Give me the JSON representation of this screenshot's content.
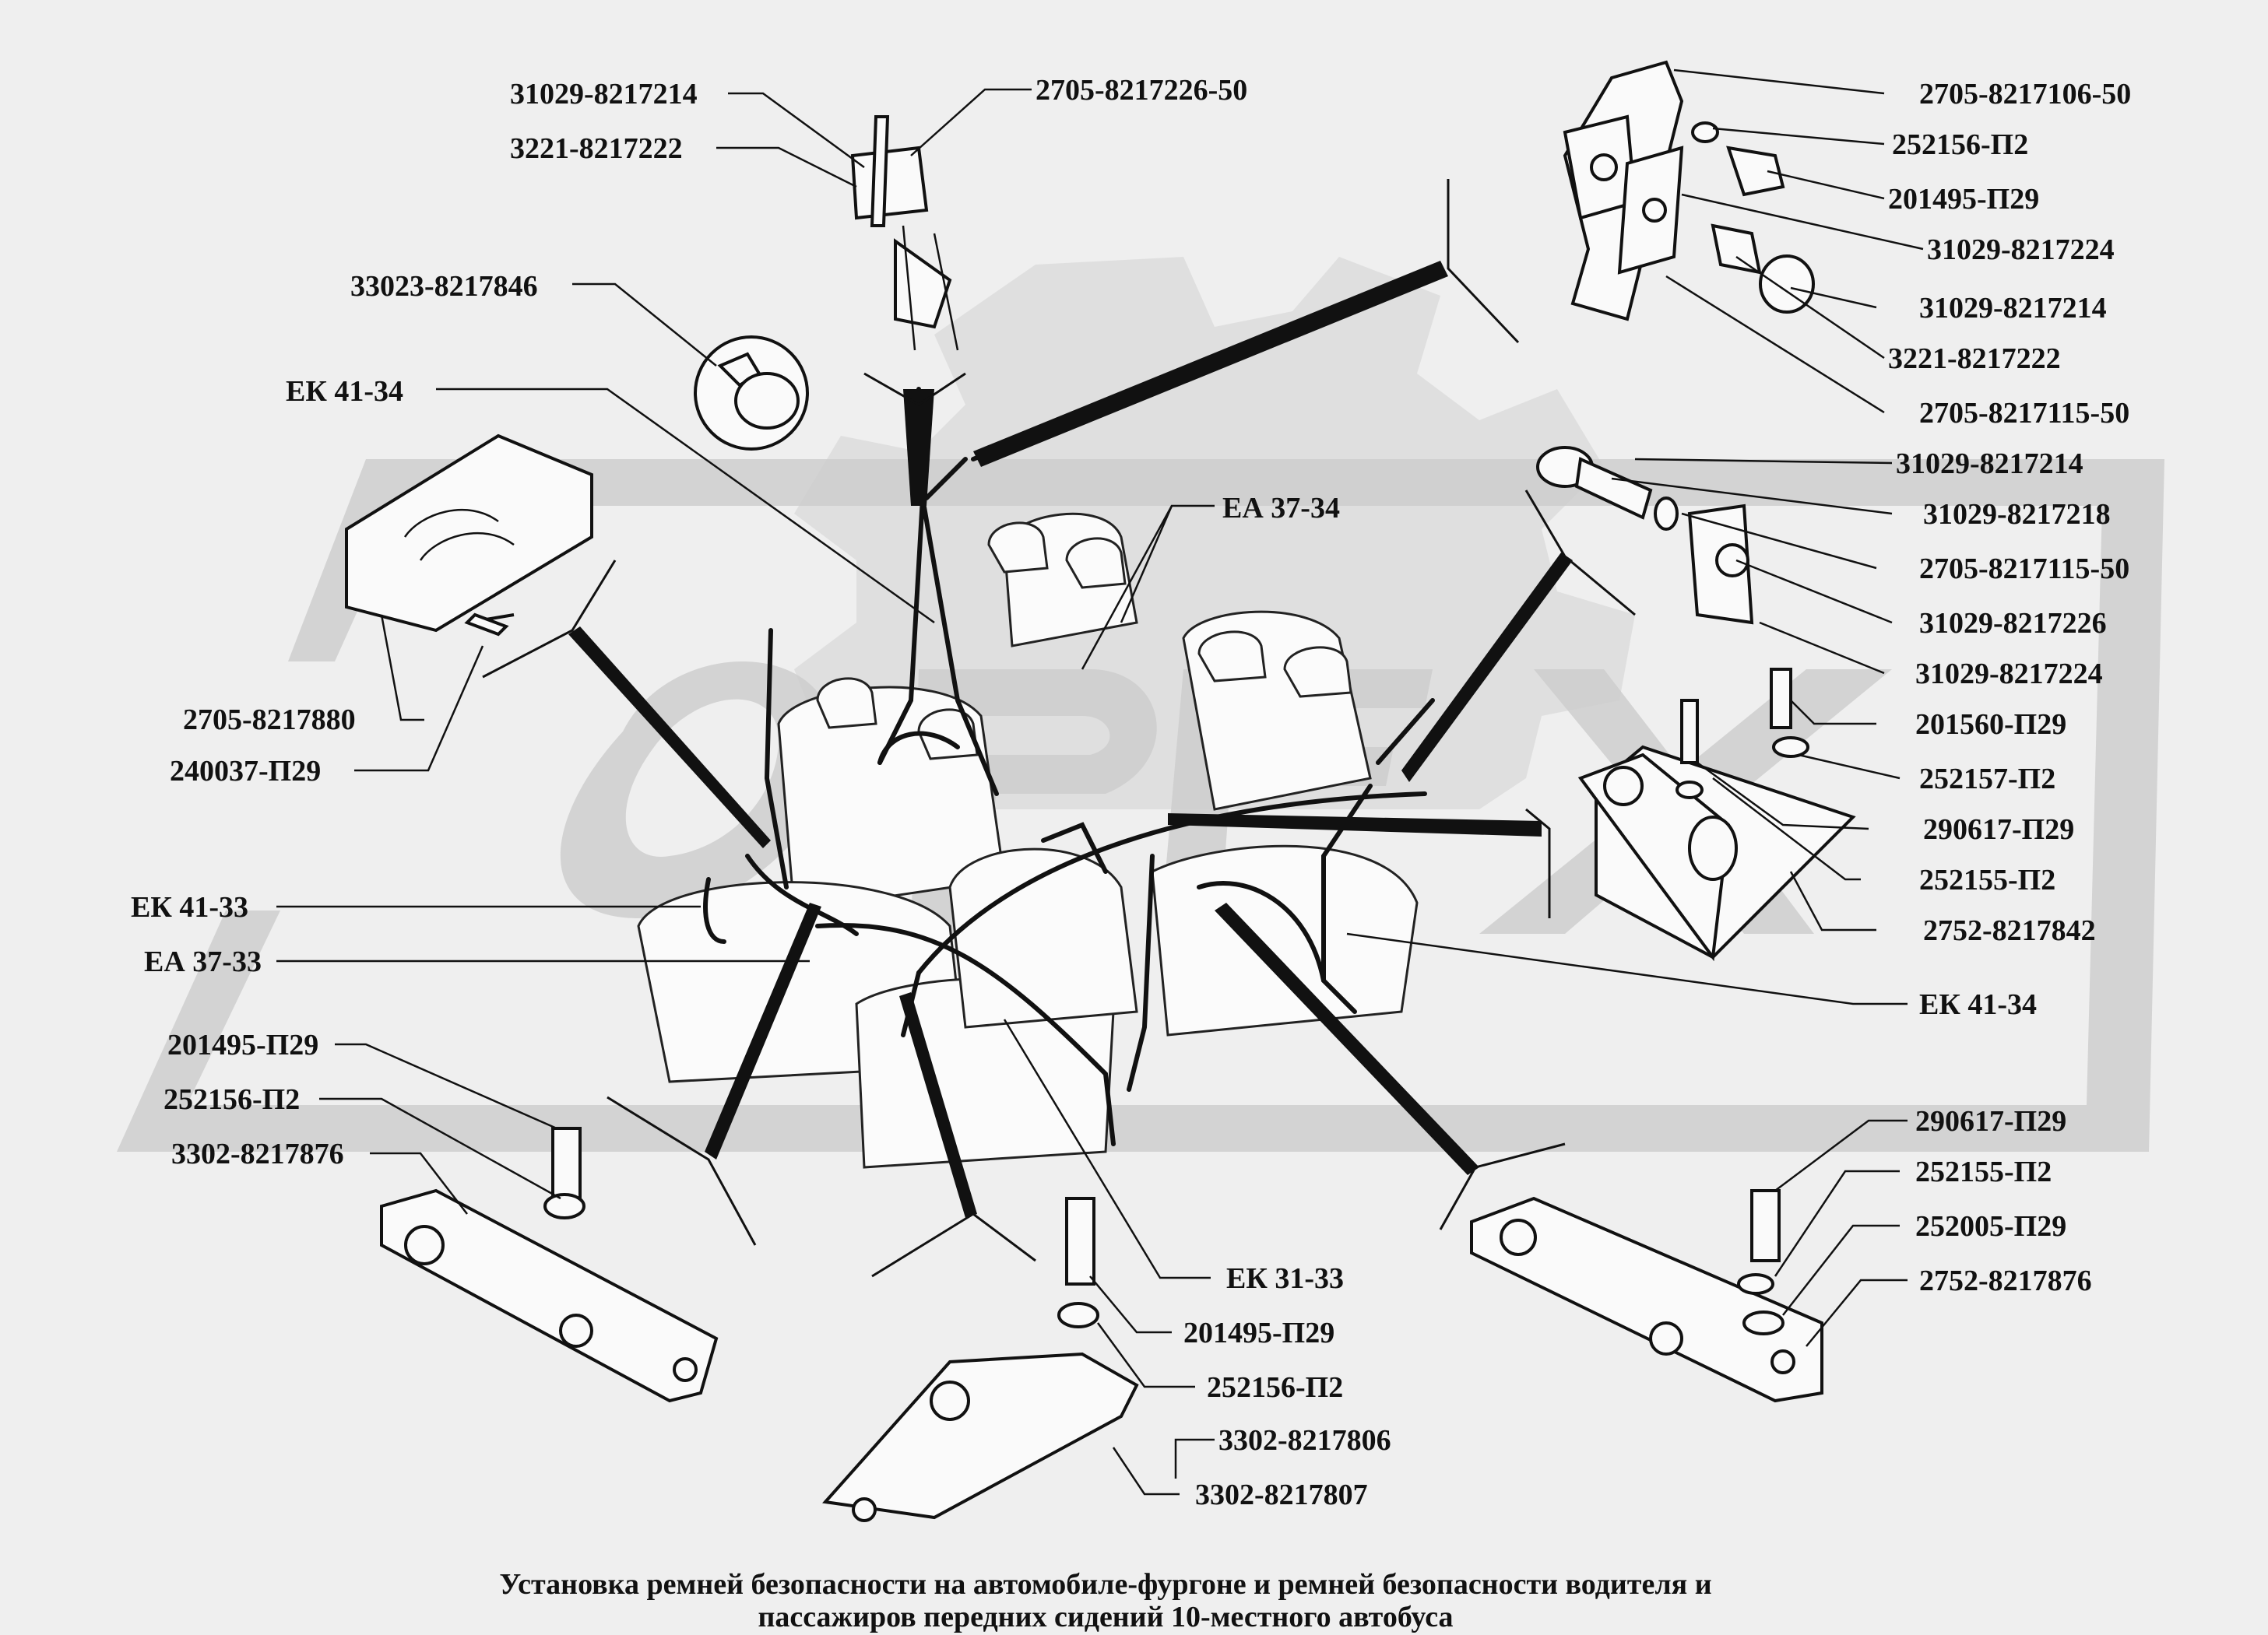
{
  "caption": {
    "line1": "Установка ремней безопасности  на  автомобиле-фургоне и ремней  безопасности водителя и",
    "line2": "пассажиров передних сидений  10-местного автобуса"
  },
  "labels": [
    {
      "id": "l01",
      "text": "31029-8217214"
    },
    {
      "id": "l02",
      "text": "2705-8217226-50"
    },
    {
      "id": "l03",
      "text": "3221-8217222"
    },
    {
      "id": "l04",
      "text": "33023-8217846"
    },
    {
      "id": "l05",
      "text": "ЕК 41-34"
    },
    {
      "id": "l06",
      "text": "ЕА 37-34"
    },
    {
      "id": "l07",
      "text": "2705-8217880"
    },
    {
      "id": "l08",
      "text": "240037-П29"
    },
    {
      "id": "l09",
      "text": "ЕК 41-33"
    },
    {
      "id": "l10",
      "text": "ЕА 37-33"
    },
    {
      "id": "l11",
      "text": "201495-П29"
    },
    {
      "id": "l12",
      "text": "252156-П2"
    },
    {
      "id": "l13",
      "text": "3302-8217876"
    },
    {
      "id": "l14",
      "text": "ЕК 31-33"
    },
    {
      "id": "l15",
      "text": "201495-П29"
    },
    {
      "id": "l16",
      "text": "252156-П2"
    },
    {
      "id": "l17",
      "text": "3302-8217806"
    },
    {
      "id": "l18",
      "text": "3302-8217807"
    },
    {
      "id": "l19",
      "text": "2705-8217106-50"
    },
    {
      "id": "l20",
      "text": "252156-П2"
    },
    {
      "id": "l21",
      "text": "201495-П29"
    },
    {
      "id": "l22",
      "text": "31029-8217224"
    },
    {
      "id": "l23",
      "text": "31029-8217214"
    },
    {
      "id": "l24",
      "text": "3221-8217222"
    },
    {
      "id": "l25",
      "text": "2705-8217115-50"
    },
    {
      "id": "l26",
      "text": "31029-8217214"
    },
    {
      "id": "l27",
      "text": "31029-8217218"
    },
    {
      "id": "l28",
      "text": "2705-8217115-50"
    },
    {
      "id": "l29",
      "text": "31029-8217226"
    },
    {
      "id": "l30",
      "text": "31029-8217224"
    },
    {
      "id": "l31",
      "text": "201560-П29"
    },
    {
      "id": "l32",
      "text": "252157-П2"
    },
    {
      "id": "l33",
      "text": "290617-П29"
    },
    {
      "id": "l34",
      "text": "252155-П2"
    },
    {
      "id": "l35",
      "text": "2752-8217842"
    },
    {
      "id": "l36",
      "text": "ЕК 41-34"
    },
    {
      "id": "l37",
      "text": "290617-П29"
    },
    {
      "id": "l38",
      "text": "252155-П2"
    },
    {
      "id": "l39",
      "text": "252005-П29"
    },
    {
      "id": "l40",
      "text": "2752-8217876"
    }
  ],
  "watermark": {
    "text": "OPEX",
    "color": "#c8c8c8"
  },
  "colors": {
    "ink": "#111111",
    "paper": "#efefef"
  }
}
